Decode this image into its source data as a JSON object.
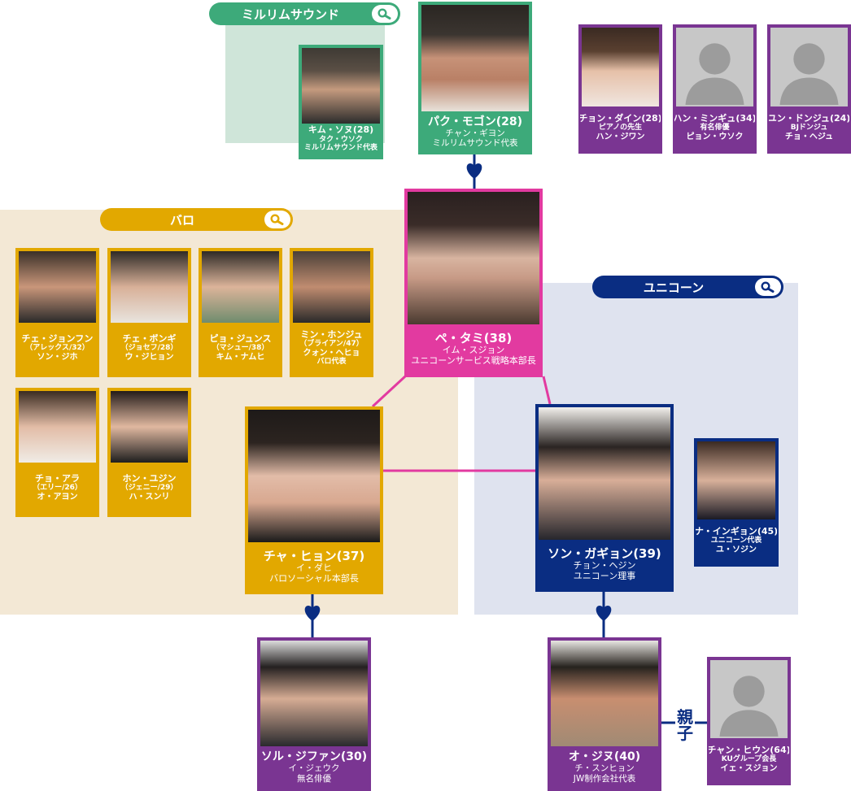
{
  "groups": {
    "mirurimu": {
      "label": "ミルリムサウンド",
      "color": "#3daa7a",
      "bg": "#cfe5d9"
    },
    "baro": {
      "label": "バロ",
      "color": "#e2a800",
      "bg": "#f3e8d5"
    },
    "unicorn": {
      "label": "ユニコーン",
      "color": "#0a2d82",
      "bg": "#dfe3ef"
    }
  },
  "colors": {
    "purple": "#7a3592",
    "magenta": "#e23aa0",
    "navy": "#0a2d82"
  },
  "relationship": {
    "parent_child": "親子"
  },
  "characters": {
    "kim": {
      "name": "キム・ソヌ",
      "age": "(28)",
      "actor": "タク・ウソク",
      "role": "ミルリムサウンド代表"
    },
    "park": {
      "name": "パク・モゴン",
      "age": "(28)",
      "actor": "チャン・ギヨン",
      "role": "ミルリムサウンド代表"
    },
    "jeong": {
      "name": "チョン・ダイン",
      "age": "(28)",
      "role": "ピアノの先生",
      "actor": "ハン・ジワン"
    },
    "han": {
      "name": "ハン・ミンギュ",
      "age": "(34)",
      "role": "有名俳優",
      "actor": "ピョン・ウソク"
    },
    "yun": {
      "name": "ユン・ドンジュ",
      "age": "(24)",
      "role": "BJドンジュ",
      "actor": "チョ・ヘジュ"
    },
    "bae": {
      "name": "ペ・タミ",
      "age": "(38)",
      "actor": "イム・スジョン",
      "role": "ユニコーンサービス戦略本部長"
    },
    "choe_j": {
      "name": "チェ・ジョンフン",
      "role": "（アレックス/32）",
      "actor": "ソン・ジホ"
    },
    "choe_b": {
      "name": "チェ・ボンギ",
      "role": "（ジョセフ/28）",
      "actor": "ウ・ジヒョン"
    },
    "pyo": {
      "name": "ピョ・ジュンス",
      "role": "（マシュー/38）",
      "actor": "キム・ナムヒ"
    },
    "min": {
      "name": "ミン・ホンジュ",
      "role": "（ブライアン/47）",
      "actor": "クォン・ヘヒョ",
      "title": "バロ代表"
    },
    "jo": {
      "name": "チョ・アラ",
      "role": "（エリー/26）",
      "actor": "オ・アヨン"
    },
    "hong": {
      "name": "ホン・ユジン",
      "role": "（ジェニー/29）",
      "actor": "ハ・スンリ"
    },
    "cha": {
      "name": "チャ・ヒョン",
      "age": "(37)",
      "actor": "イ・ダヒ",
      "role": "バロソーシャル本部長"
    },
    "song": {
      "name": "ソン・ガギョン",
      "age": "(39)",
      "actor": "チョン・ヘジン",
      "role": "ユニコーン理事"
    },
    "na": {
      "name": "ナ・インギョン",
      "age": "(45)",
      "role": "ユニコーン代表",
      "actor": "ユ・ソジン"
    },
    "sol": {
      "name": "ソル・ジファン",
      "age": "(30)",
      "actor": "イ・ジェウク",
      "role": "無名俳優"
    },
    "oh": {
      "name": "オ・ジヌ",
      "age": "(40)",
      "actor": "チ・スンヒョン",
      "role": "JW制作会社代表"
    },
    "chae": {
      "name": "チャン・ヒウン",
      "age": "(64)",
      "role": "KUグループ会長",
      "actor": "イェ・スジョン"
    }
  }
}
